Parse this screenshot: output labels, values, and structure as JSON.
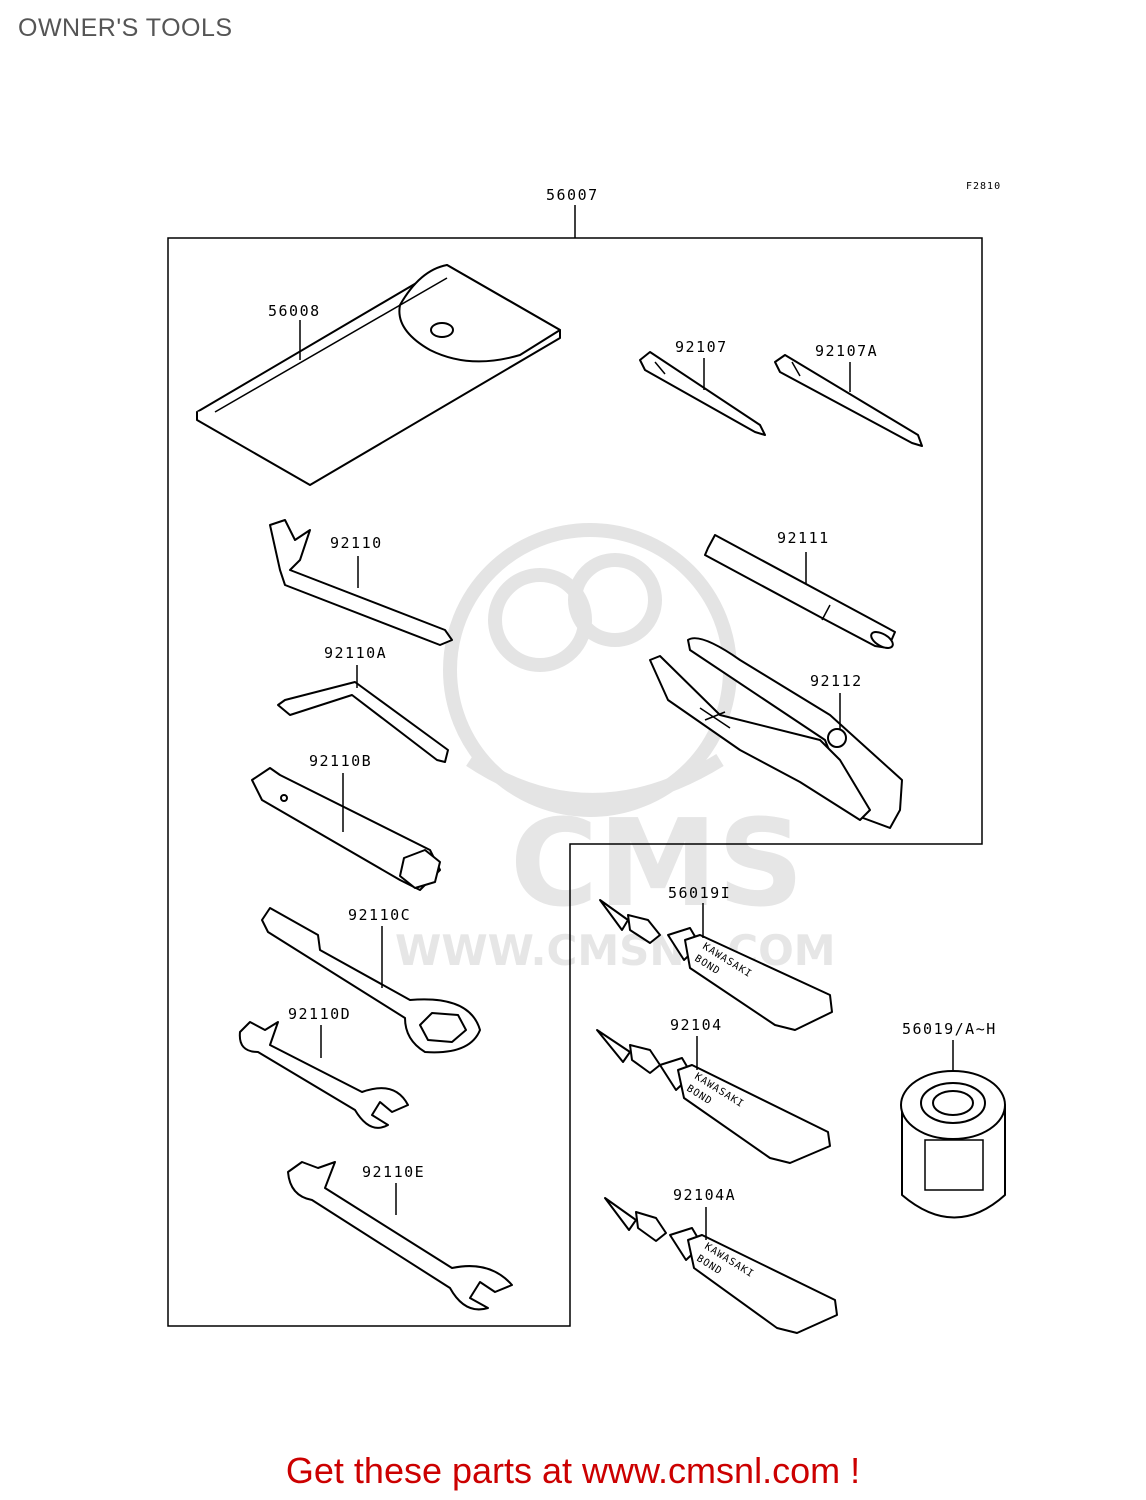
{
  "page": {
    "title": "OWNER'S TOOLS"
  },
  "figure": {
    "code": "F2810"
  },
  "parts": {
    "kit": "56007",
    "tool_bag": "56008",
    "screwdriver_a": "92107",
    "screwdriver_b": "92107A",
    "hook_wrench": "92110",
    "hex_key": "92110A",
    "spark_plug_wrench": "92110B",
    "ring_wrench": "92110C",
    "open_wrench_small": "92110D",
    "open_wrench_large": "92110E",
    "extension_bar": "92111",
    "pliers": "92112",
    "bond_tube_1": "56019I",
    "bond_tube_2": "92104",
    "bond_tube_3": "92104A",
    "bond_can": "56019/A~H"
  },
  "tube_text": {
    "line1": "KAWASAKI",
    "line2": "BOND"
  },
  "watermark": {
    "brand": "CMS",
    "url": "WWW.CMSNL.COM"
  },
  "footer": {
    "promo": "Get these parts at www.cmsnl.com !"
  },
  "colors": {
    "promo": "#cc0000",
    "title": "#555555",
    "watermark": "#e4e4e4"
  }
}
